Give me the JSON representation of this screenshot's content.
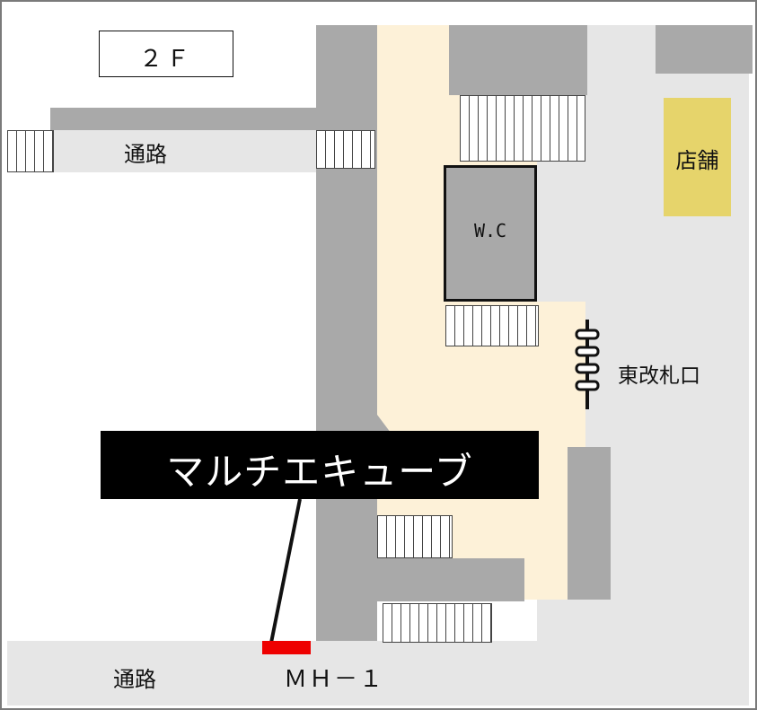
{
  "map": {
    "floor_label": "２Ｆ",
    "passage_top_label": "通路",
    "passage_bottom_label": "通路",
    "wc_label": "W.C",
    "shop_label": "店舗",
    "gate_label": "東改札口",
    "callout_label": "マルチエキューブ",
    "marker_label": "ＭＨ－１",
    "colors": {
      "concourse": "#fdf1d8",
      "structure": "#a9a9a9",
      "passage": "#e6e6e6",
      "shop": "#e6d46b",
      "marker": "#ee0000",
      "callout_bg": "#000000"
    }
  }
}
